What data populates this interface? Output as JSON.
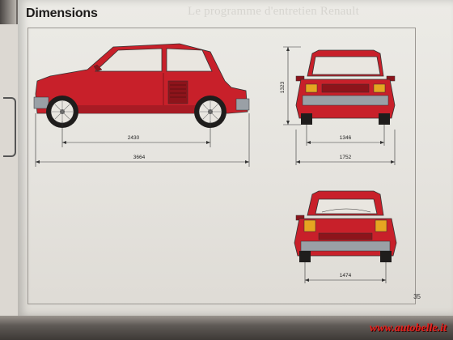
{
  "page": {
    "title": "Dimensions",
    "page_number": "35"
  },
  "bleed_through_text": [
    "Le programme d'entretien Renault",
    "..."
  ],
  "dimensions": {
    "wheelbase": "2430",
    "length": "3664",
    "height": "1323",
    "front_track": "1346",
    "width": "1752",
    "rear_track": "1474"
  },
  "colors": {
    "car_body": "#c8202a",
    "car_dark": "#8d141b",
    "glass": "#e9e6e0",
    "line": "#333333"
  },
  "watermark": "www.autobelle.it"
}
